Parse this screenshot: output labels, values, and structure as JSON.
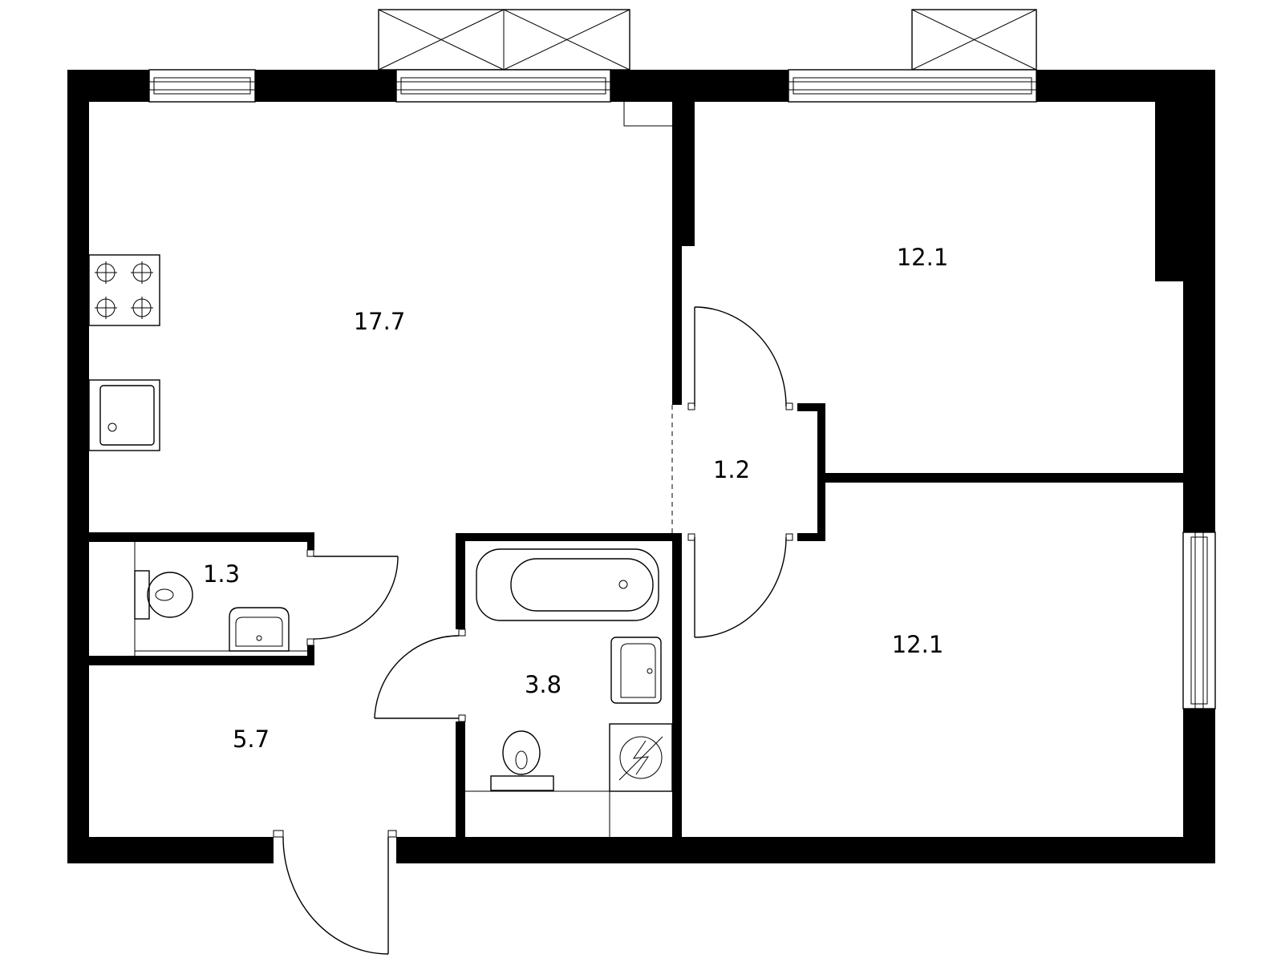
{
  "rooms": [
    {
      "id": "kitchen-living",
      "area": "17.7"
    },
    {
      "id": "bedroom-top",
      "area": "12.1"
    },
    {
      "id": "corridor",
      "area": "1.2"
    },
    {
      "id": "bedroom-bottom",
      "area": "12.1"
    },
    {
      "id": "toilet",
      "area": "1.3"
    },
    {
      "id": "bathroom",
      "area": "3.8"
    },
    {
      "id": "hallway",
      "area": "5.7"
    }
  ]
}
